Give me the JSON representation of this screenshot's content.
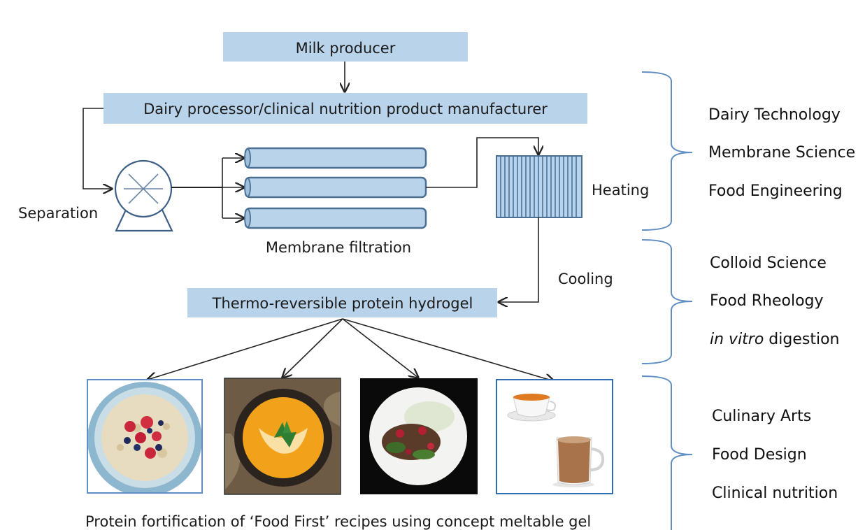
{
  "nodes": {
    "milk_producer": "Milk producer",
    "dairy_processor": "Dairy processor/clinical nutrition product manufacturer",
    "separation": "Separation",
    "membrane_filtration": "Membrane filtration",
    "heating": "Heating",
    "cooling": "Cooling",
    "hydrogel": "Thermo-reversible protein hydrogel"
  },
  "caption": "Protein fortification of ‘Food First’ recipes using concept meltable gel",
  "disciplines": {
    "group1": [
      "Dairy Technology",
      "Membrane Science",
      "Food Engineering"
    ],
    "group2": {
      "items": [
        "Colloid Science",
        "Food Rheology"
      ],
      "italic_prefix": "in vitro",
      "suffix": " digestion"
    },
    "group3": [
      "Culinary Arts",
      "Food Design",
      "Clinical nutrition"
    ]
  },
  "food_images": [
    "porridge-with-berries-image",
    "pumpkin-soup-image",
    "stir-fry-plate-image",
    "tea-and-coffee-cups-image"
  ],
  "colors": {
    "box_fill": "#b9d3ea",
    "box_stroke": "#4a6f93",
    "bracket": "#5f8fc4",
    "line": "#222222"
  }
}
